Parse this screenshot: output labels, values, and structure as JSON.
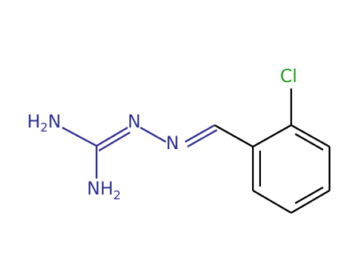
{
  "molecule": {
    "atoms": {
      "amine_top": {
        "main": "H",
        "sub": "2",
        "tail": "N"
      },
      "amine_bottom": {
        "main": "NH",
        "sub": "2"
      },
      "imine_n1": "N",
      "imine_n2": "N",
      "chlorine": "Cl"
    },
    "colors": {
      "bond": "#000000",
      "nitrogen": "#2f2f8f",
      "chlorine": "#1f9a1f",
      "background": "#ffffff"
    }
  }
}
